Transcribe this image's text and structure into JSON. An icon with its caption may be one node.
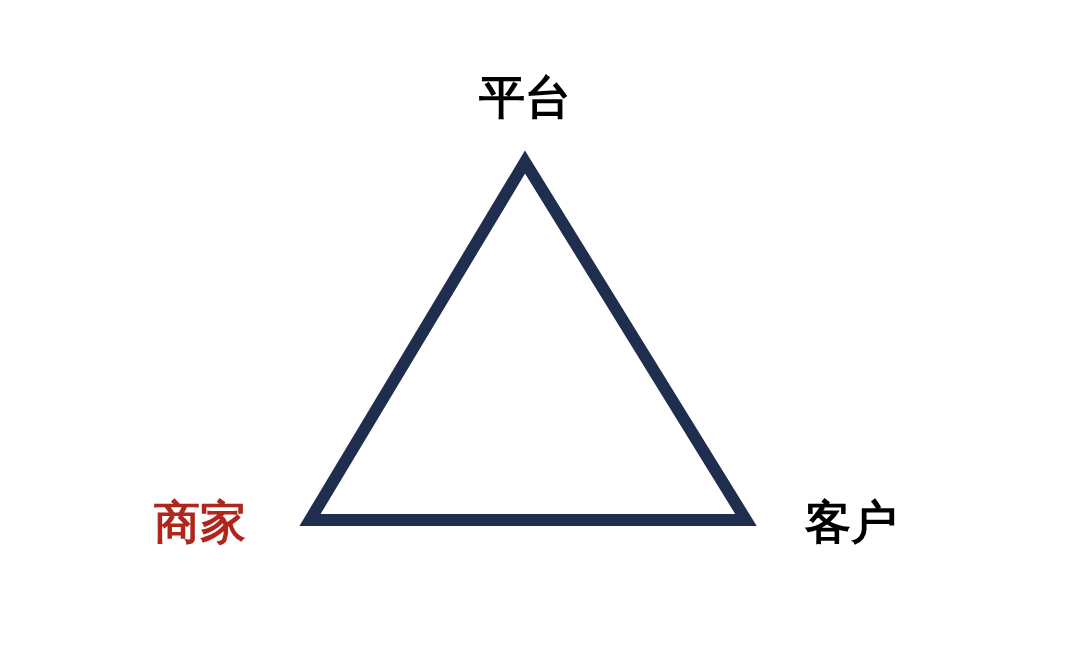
{
  "diagram": {
    "labels": [
      "平台",
      "商家",
      "客户"
    ]
  }
}
